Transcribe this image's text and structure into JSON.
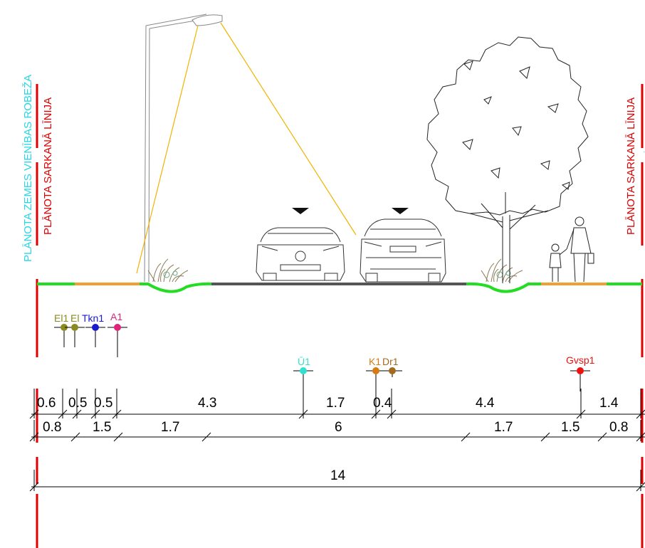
{
  "boundary_labels": {
    "land_border": "PLĀNOTA ZEMES VIENĪBAS ROBEŽA",
    "red_line_left": "PLĀNOTA SARKANĀ LĪNIJA",
    "red_line_right": "PLĀNOTA SARKANĀ LĪNIJA"
  },
  "utilities": [
    {
      "id": "el1a",
      "label": "El1",
      "color": "#8a8a1e"
    },
    {
      "id": "el1b",
      "label": "El",
      "color": "#8a8a1e"
    },
    {
      "id": "tkn1",
      "label": "Tkn1",
      "color": "#1a1acc"
    },
    {
      "id": "a1",
      "label": "A1",
      "color": "#e0247a"
    },
    {
      "id": "u1",
      "label": "Ū1",
      "color": "#33e0d0"
    },
    {
      "id": "k1",
      "label": "K1",
      "color": "#d77a10"
    },
    {
      "id": "dr1",
      "label": "Dr1",
      "color": "#a36a1e"
    },
    {
      "id": "gvsp1",
      "label": "Gvsp1",
      "color": "#ee1111"
    }
  ],
  "dimensions": {
    "row1": [
      "0.6",
      "0.5",
      "0.5",
      "4.3",
      "1.7",
      "0.4",
      "4.4",
      "1.4"
    ],
    "row2": [
      "0.8",
      "1.5",
      "1.7",
      "6",
      "1.7",
      "1.5",
      "0.8"
    ],
    "total": "14"
  },
  "colors": {
    "red_line": "#e00000",
    "land_border": "#28d7e6",
    "green_strip": "#22dd22",
    "sidewalk": "#f0a030",
    "road": "#555555",
    "light_beam": "#f0b400"
  }
}
